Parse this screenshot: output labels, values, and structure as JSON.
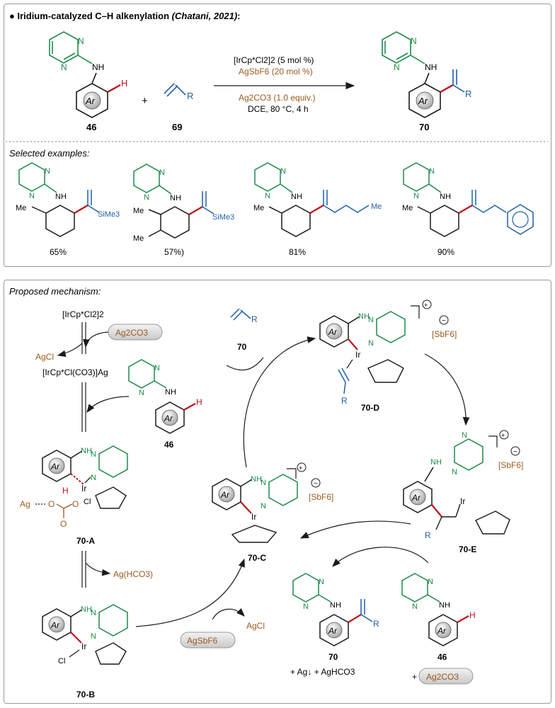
{
  "reaction": {
    "title_prefix": "Iridium-catalyzed C–H alkenylation",
    "title_cite": "(Chatani, 2021)",
    "title_suffix": ":",
    "reagent_catalyst": "[IrCp*Cl2]2 (5 mol %)",
    "reagent_additive": "AgSbF6 (20 mol %)",
    "reagent_base": "Ag2CO3 (1.0 equiv.)",
    "conditions": "DCE, 80 °C, 4 h",
    "labels": {
      "substrate": "46",
      "alkene": "69",
      "product": "70"
    },
    "plus": "+",
    "r_group": "R",
    "ar_label": "Ar"
  },
  "examples": {
    "title": "Selected examples:",
    "yields": [
      "65%",
      "57%)",
      "81%",
      "90%"
    ],
    "groups": [
      "SiMe3",
      "SiMe3",
      "Me",
      ""
    ],
    "me_label": "Me"
  },
  "mechanism": {
    "title": "Proposed mechanism:",
    "cat_precursor": "[IrCp*Cl2]2",
    "ag2co3": "Ag2CO3",
    "agcl": "AgCl",
    "ir_carbonate": "[IrCp*Cl(CO3)]Ag",
    "ag_hco3": "Ag(HCO3)",
    "agsbf6": "AgSbF6",
    "sbf6": "[SbF6]",
    "ag": "Ag",
    "cl": "Cl",
    "ir": "Ir",
    "nh": "NH",
    "n": "N",
    "h": "H",
    "o": "O",
    "labels": {
      "a": "70-A",
      "b": "70-B",
      "c": "70-C",
      "d": "70-D",
      "e": "70-E",
      "p70": "70",
      "s46": "46",
      "s46b": "46",
      "alk70": "70"
    },
    "byproduct": "+ Ag↓ + AgHCO3",
    "plus_ag2co3": "+"
  },
  "colors": {
    "green": "#1f8a4c",
    "red": "#c0141b",
    "blue": "#1f5fa8",
    "brown": "#9a5a1e",
    "pill": "#d9d9d9"
  }
}
